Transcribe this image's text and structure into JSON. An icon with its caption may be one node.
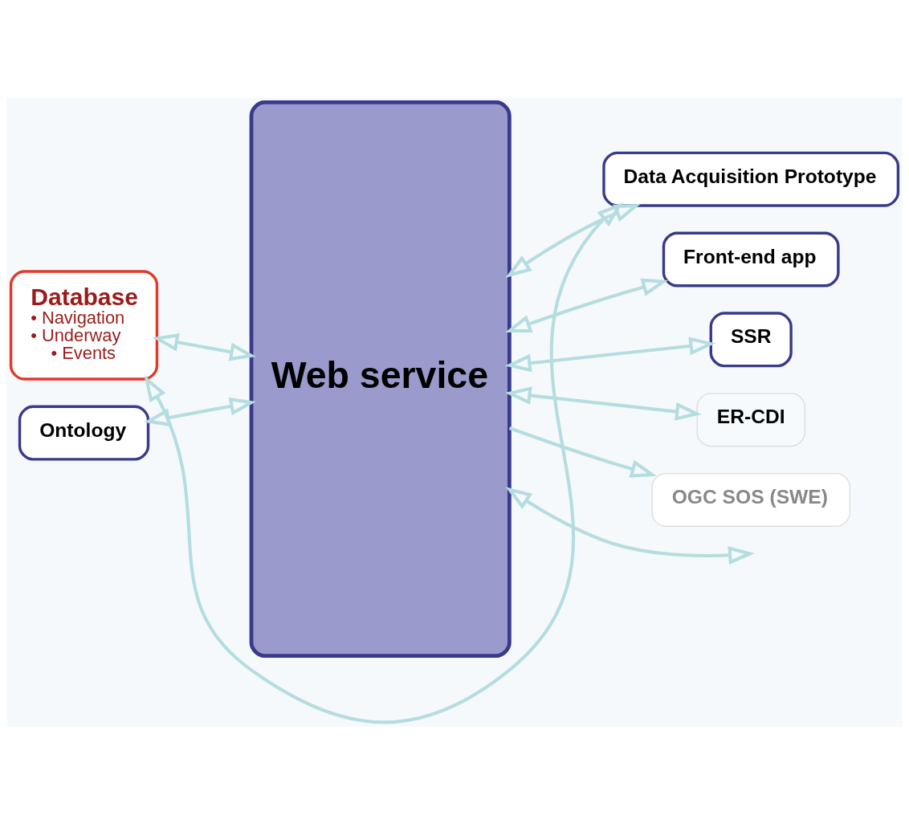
{
  "diagram": {
    "nodes": [
      {
        "text": [
          "Database",
          "• Navigation",
          "• Underway",
          "• Events"
        ]
      },
      {
        "text": [
          "Ontology"
        ]
      },
      {
        "text": [
          "Web service"
        ]
      },
      {
        "text": [
          "Data Acquisition Prototype"
        ]
      },
      {
        "text": [
          "Front-end app"
        ]
      },
      {
        "text": [
          "SSR"
        ]
      },
      {
        "text": [
          "ER-CDI"
        ]
      },
      {
        "text": [
          "OGC SOS (SWE)"
        ]
      }
    ],
    "edges": [
      {
        "from": 0,
        "to": 3,
        "arrow": "both"
      },
      {
        "from": 0,
        "to": 2,
        "arrow": "both"
      },
      {
        "from": 1,
        "to": 2,
        "arrow": "both"
      },
      {
        "from": 2,
        "to": 3,
        "arrow": "both"
      },
      {
        "from": 2,
        "to": 4,
        "arrow": "both"
      },
      {
        "from": 2,
        "to": 5,
        "arrow": "both"
      },
      {
        "from": 2,
        "to": 6,
        "arrow": "both"
      },
      {
        "from": 2,
        "to": null,
        "arrow": "both"
      },
      {
        "from": 2,
        "to": 7,
        "arrow": "to"
      }
    ]
  }
}
